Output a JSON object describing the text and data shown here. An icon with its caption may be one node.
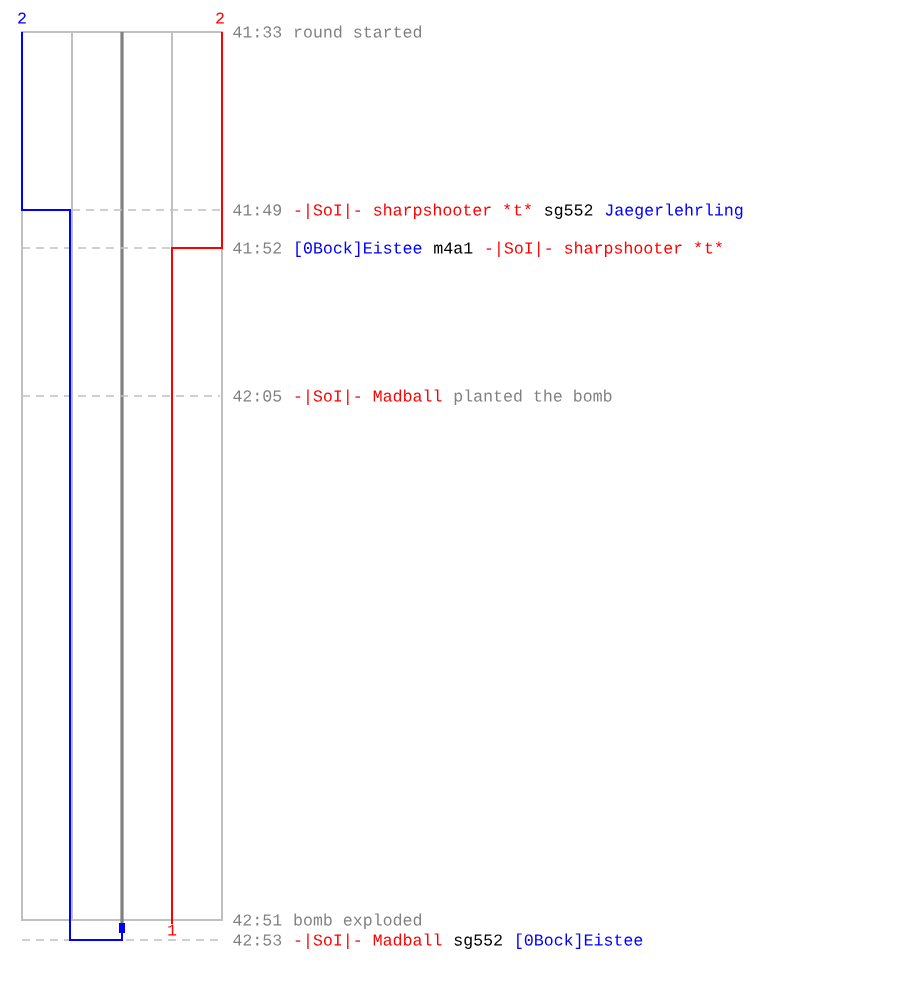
{
  "diagram": {
    "labels": [
      "2",
      "2",
      "41:33",
      "round started",
      "41:49",
      "-|SoI|- sharpshooter *",
      "t*",
      "sg552",
      "Jaegerlehrling",
      "41:52",
      "[0Bock]Eistee",
      "m4a1",
      "-|SoI|- sharpshooter *",
      "t*",
      "42:05",
      "-|SoI|- Madball",
      "planted the bomb",
      "42:51",
      "bomb exploded",
      "42:53",
      "-|SoI|- Madball",
      "sg552",
      "[0Bock]Eistee",
      "1"
    ]
  }
}
